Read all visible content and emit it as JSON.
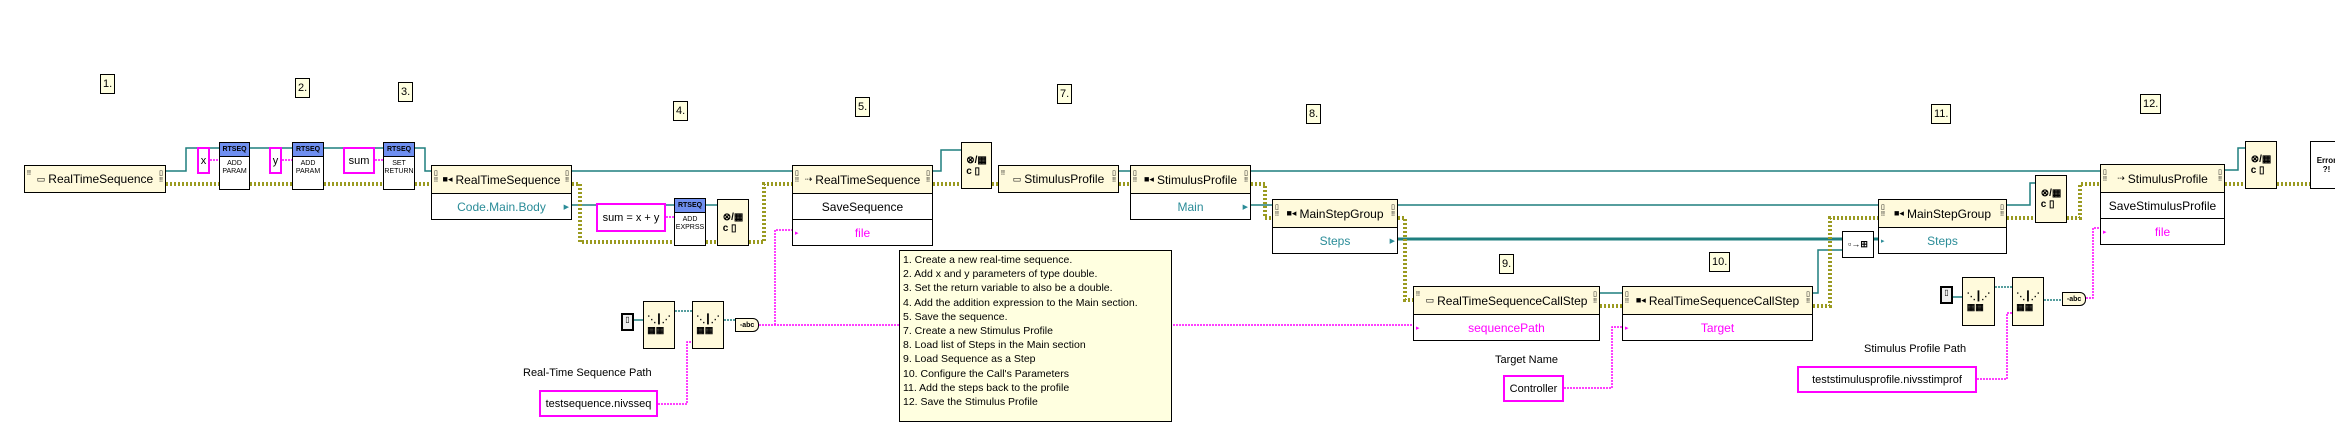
{
  "steps": [
    "1.",
    "2.",
    "3.",
    "4.",
    "5.",
    "7.",
    "8.",
    "9.",
    "10.",
    "11.",
    "12."
  ],
  "nodes": {
    "rts_new": {
      "title": "RealTimeSequence"
    },
    "rts_prop": {
      "title": "RealTimeSequence",
      "rows": [
        "Code.Main.Body"
      ]
    },
    "rts_save": {
      "title": "RealTimeSequence",
      "rows": [
        "SaveSequence",
        "file"
      ]
    },
    "sp_new": {
      "title": "StimulusProfile"
    },
    "sp_prop": {
      "title": "StimulusProfile",
      "rows": [
        "Main"
      ]
    },
    "msg_prop1": {
      "title": "MainStepGroup",
      "rows": [
        "Steps"
      ]
    },
    "call_new": {
      "title": "RealTimeSequenceCallStep",
      "rows": [
        "sequencePath"
      ]
    },
    "call_prop": {
      "title": "RealTimeSequenceCallStep",
      "rows": [
        "Target"
      ]
    },
    "msg_prop2": {
      "title": "MainStepGroup",
      "rows": [
        "Steps"
      ]
    },
    "sp_save": {
      "title": "StimulusProfile",
      "rows": [
        "SaveStimulusProfile",
        "file"
      ]
    }
  },
  "subvis": {
    "add_param_1": {
      "badge": "RTSEQ",
      "line1": "ADD",
      "line2": "PARAM"
    },
    "add_param_2": {
      "badge": "RTSEQ",
      "line1": "ADD",
      "line2": "PARAM"
    },
    "set_return": {
      "badge": "RTSEQ",
      "line1": "SET",
      "line2": "RETURN"
    },
    "add_expr": {
      "badge": "RTSEQ",
      "line1": "ADD",
      "line2": "EXPRSS"
    },
    "error_handler": {
      "line1": "Error",
      "line2": "?!"
    }
  },
  "constants": {
    "x": "x",
    "y": "y",
    "sum": "sum",
    "expression": "sum = x + y",
    "rt_path": "testsequence.nivsseq",
    "target": "Controller",
    "sp_path": "teststimulusprofile.nivsstimprof"
  },
  "labels": {
    "rt_path": "Real-Time Sequence Path",
    "target": "Target Name",
    "sp_path": "Stimulus Profile Path"
  },
  "comment": [
    "1. Create a new real-time sequence.",
    "2. Add x and y parameters of type double.",
    "3. Set the return variable to also be a double.",
    "4. Add the addition expression to the Main section.",
    "5. Save the sequence.",
    "7. Create a new Stimulus Profile",
    "8. Load list of Steps in the Main section",
    "9. Load Sequence as a Step",
    "10. Configure the Call's Parameters",
    "11. Add the steps back to the profile",
    "12. Save the Stimulus Profile"
  ],
  "colors": {
    "ref_wire": "#1f7f7f",
    "error_wire": "#9a9a20",
    "string_wire": "#ff00ff",
    "node_header": "#fffadc",
    "rtseq_badge": "#6f8ff0"
  }
}
